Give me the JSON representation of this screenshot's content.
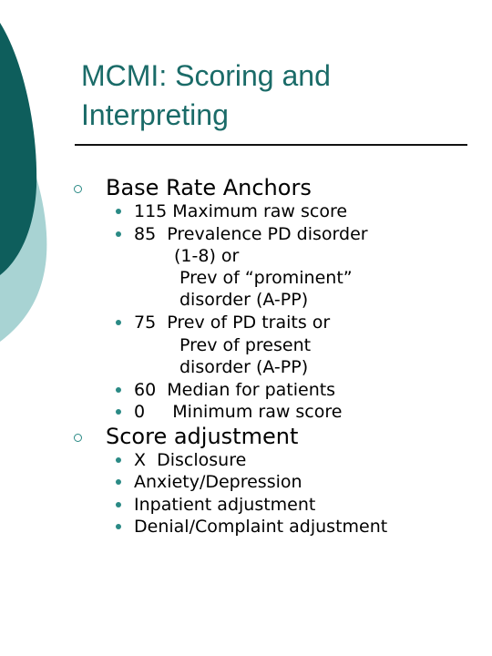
{
  "slide": {
    "title_line1": "MCMI: Scoring and",
    "title_line2": "Interpreting",
    "bullets": [
      {
        "label": "Base Rate Anchors",
        "items": [
          {
            "lines": [
              "115 Maximum raw score"
            ]
          },
          {
            "lines": [
              "85  Prevalence PD disorder",
              "(1-8) or",
              "Prev of “prominent”",
              "disorder (A-PP)"
            ]
          },
          {
            "lines": [
              "75  Prev of PD traits or",
              "Prev of present",
              "disorder (A-PP)"
            ]
          },
          {
            "lines": [
              "60  Median for patients"
            ]
          },
          {
            "lines": [
              "0     Minimum raw score"
            ]
          }
        ]
      },
      {
        "label": "Score adjustment",
        "items": [
          {
            "lines": [
              "X  Disclosure"
            ]
          },
          {
            "lines": [
              "Anxiety/Depression"
            ]
          },
          {
            "lines": [
              "Inpatient adjustment"
            ]
          },
          {
            "lines": [
              "Denial/Complaint adjustment"
            ]
          }
        ]
      }
    ]
  },
  "colors": {
    "title": "#1a6b68",
    "accent_dark": "#0e5e5c",
    "accent_light": "#a8d3d3",
    "bullet": "#2a8a85",
    "rule": "#111111",
    "text": "#000000"
  }
}
